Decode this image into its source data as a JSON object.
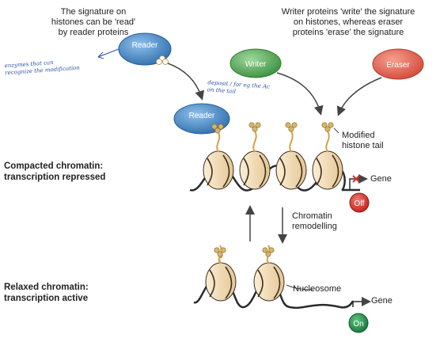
{
  "annotations": {
    "reader_note": [
      "The signature on",
      "histones can be 'read'",
      "by reader proteins"
    ],
    "writer_note": [
      "Writer proteins 'write' the signature",
      "on histones, whereas eraser",
      "proteins 'erase' the signature"
    ]
  },
  "handwritten": {
    "reader_scribble": [
      "enzymes that can",
      "recognize the modification"
    ],
    "writer_scribble": [
      "deposit / for eg the Ac",
      "on the tail"
    ]
  },
  "proteins": {
    "reader_top": "Reader",
    "writer": "Writer",
    "eraser": "Eraser",
    "reader_bound": "Reader"
  },
  "labels": {
    "modified_tail": [
      "Modified",
      "histone tail"
    ],
    "compacted": [
      "Compacted chromatin:",
      "transcription repressed"
    ],
    "relaxed": [
      "Relaxed chromatin:",
      "transcription active"
    ],
    "remodelling": [
      "Chromatin",
      "remodelling"
    ],
    "nucleosome": "Nucleosome",
    "gene_top": "Gene",
    "gene_bottom": "Gene",
    "off": "Off",
    "on": "On"
  },
  "colors": {
    "reader": "#3f84c4",
    "writer": "#4aa84e",
    "eraser": "#e05a45",
    "off": "#d8312a",
    "on": "#1f8f4a",
    "nucleosome": "#f3dcb4",
    "tail_bead": "#d9b56a",
    "dna": "#2b2b2b"
  }
}
